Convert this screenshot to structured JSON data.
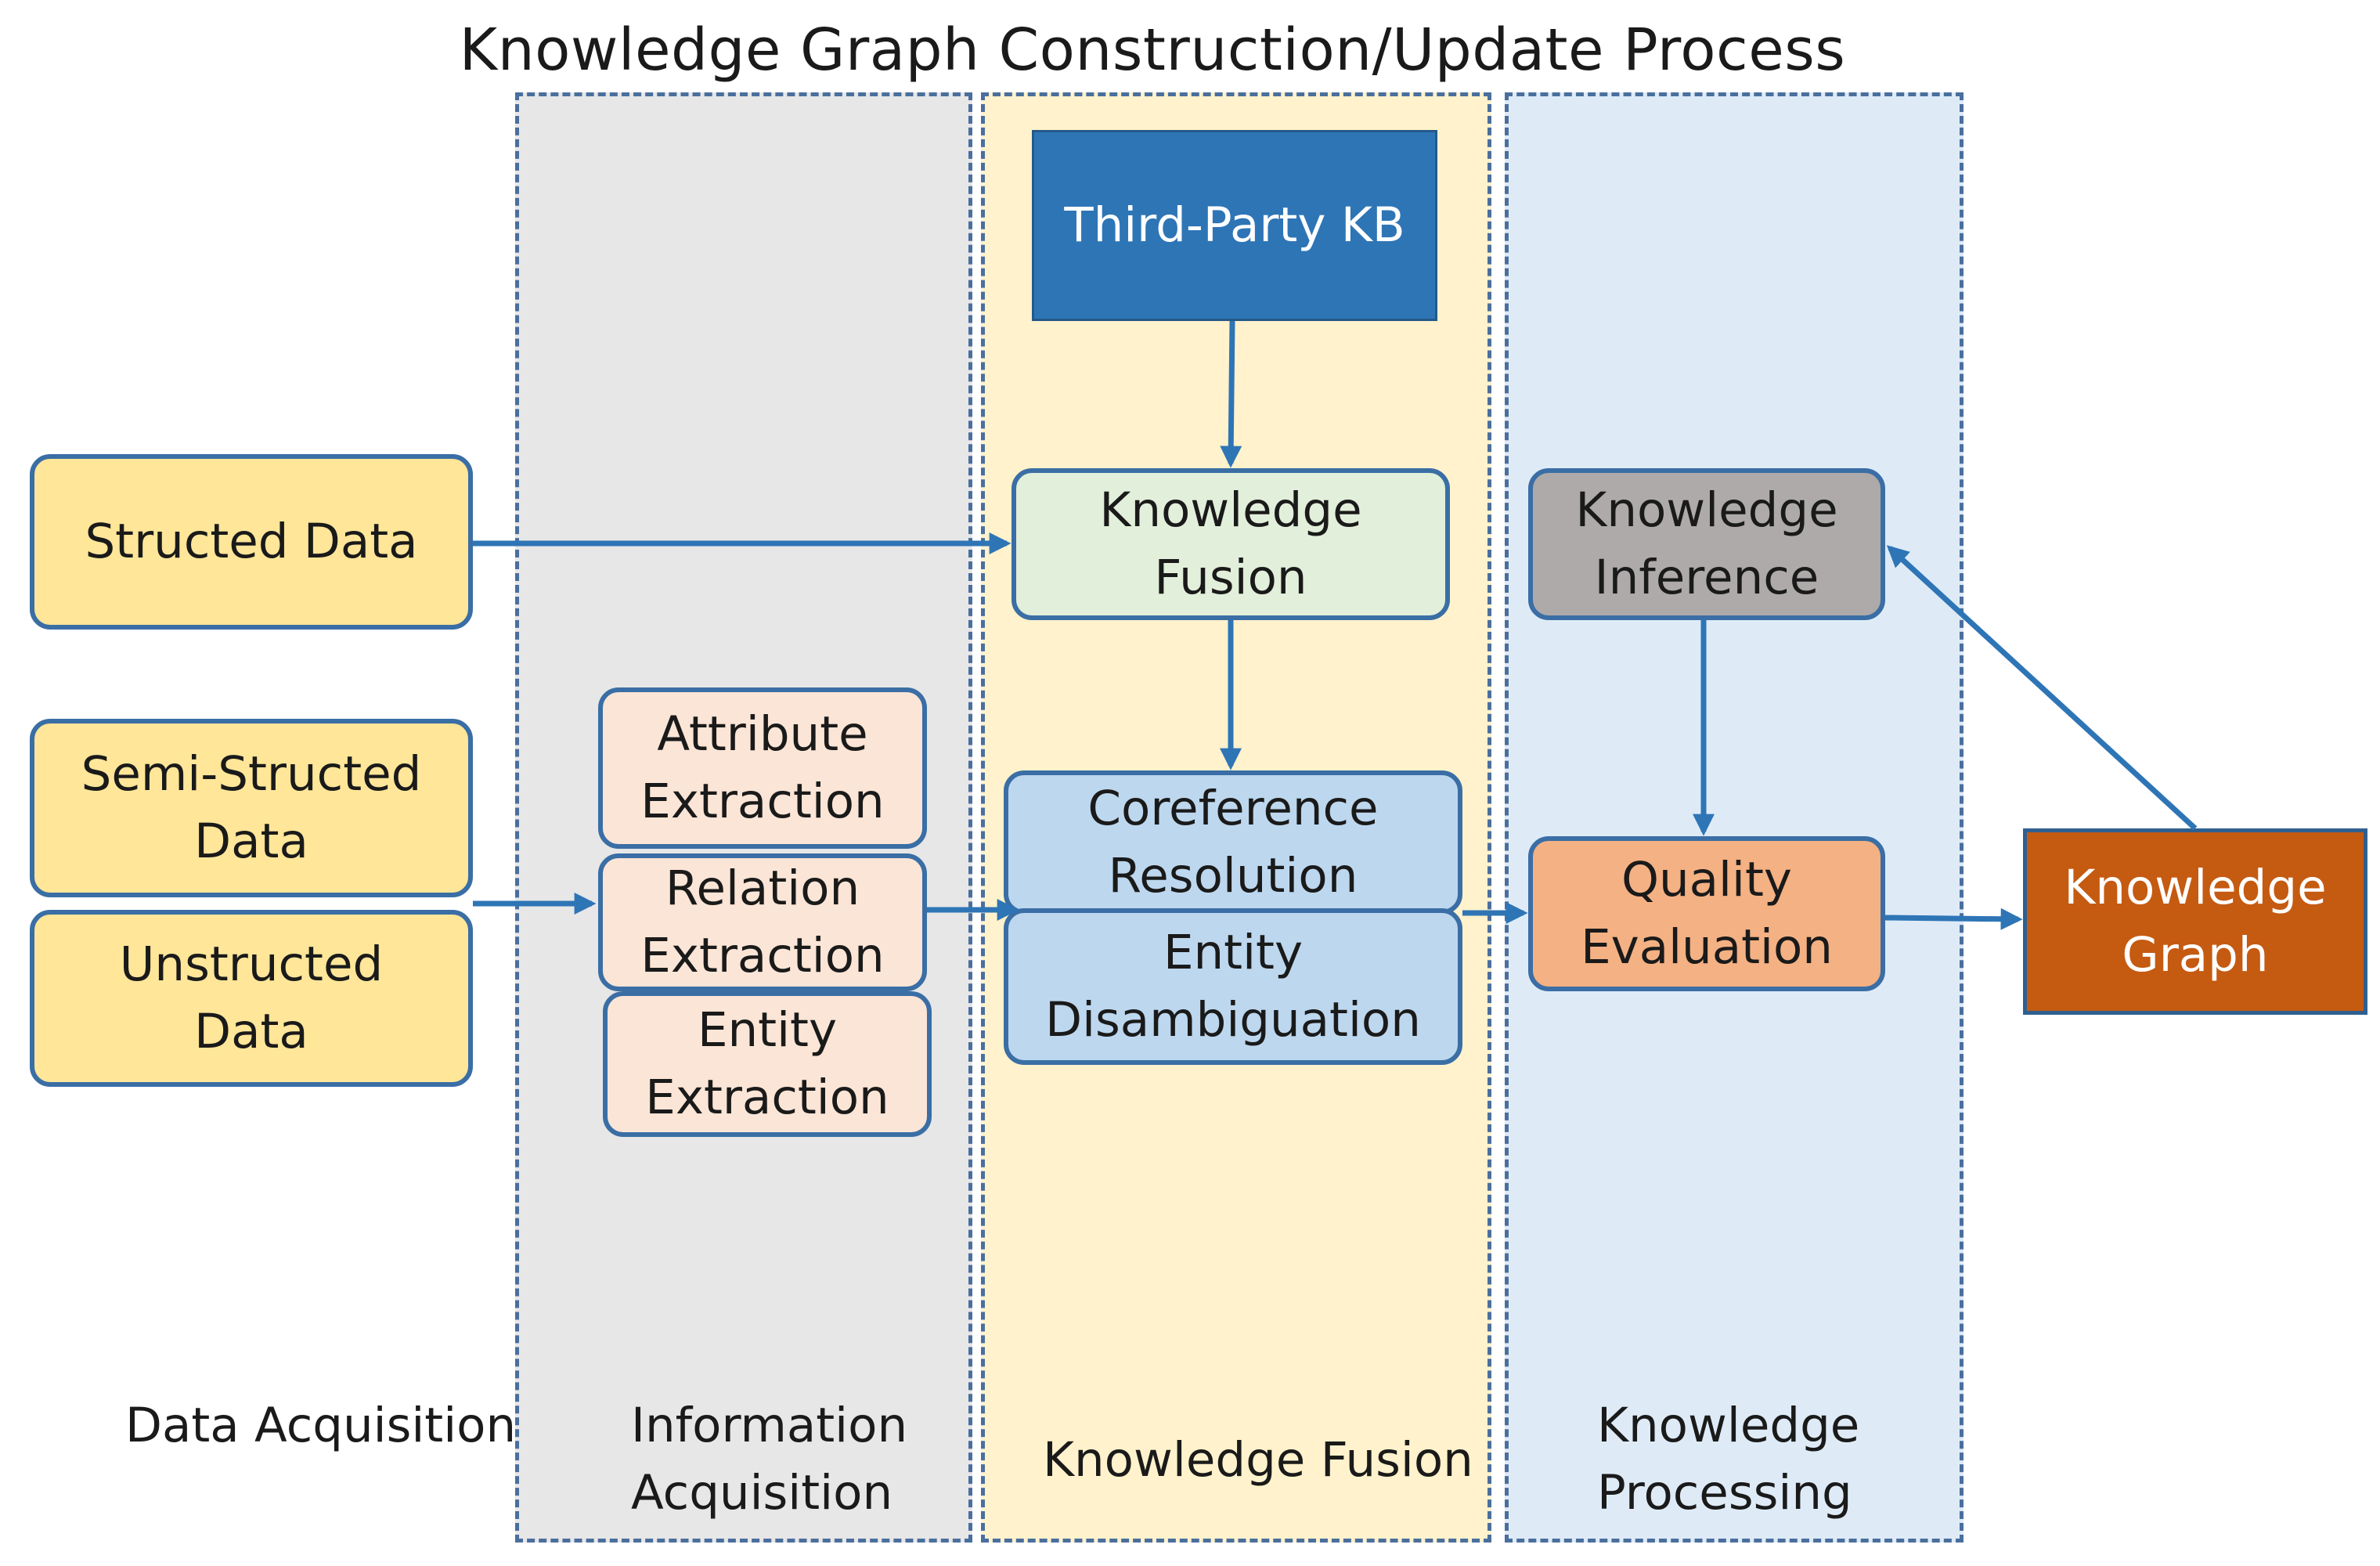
{
  "title": "Knowledge Graph Construction/Update Process",
  "nodes": {
    "structed_data": "Structed Data",
    "semi_structed_data": [
      "Semi-Structed",
      "Data"
    ],
    "unstructed_data": [
      "Unstructed",
      "Data"
    ],
    "attribute_extraction": [
      "Attribute",
      "Extraction"
    ],
    "relation_extraction": [
      "Relation",
      "Extraction"
    ],
    "entity_extraction": [
      "Entity",
      "Extraction"
    ],
    "third_party_kb": "Third-Party KB",
    "knowledge_fusion": [
      "Knowledge",
      "Fusion"
    ],
    "coreference_resolution": [
      "Coreference",
      "Resolution"
    ],
    "entity_disambiguation": [
      "Entity",
      "Disambiguation"
    ],
    "knowledge_inference": [
      "Knowledge",
      "Inference"
    ],
    "quality_evaluation": [
      "Quality",
      "Evaluation"
    ],
    "knowledge_graph": [
      "Knowledge",
      "Graph"
    ]
  },
  "stages": {
    "data_acquisition": "Data Acquisition",
    "information_acquisition": [
      "Information",
      "Acquisition"
    ],
    "knowledge_fusion": "Knowledge Fusion",
    "knowledge_processing": [
      "Knowledge",
      "Processing"
    ]
  },
  "colors": {
    "arrow": "#2e75b6",
    "region_border": "#4a6f9d",
    "information_region": "#e7e7e7",
    "fusion_region": "#fff2cc",
    "processing_region": "#deebf7",
    "data_source": "#ffe699",
    "extraction": "#fbe5d6",
    "knowledge_fusion_box": "#e2efda",
    "resolution": "#bdd7ee",
    "inference": "#aeaaaa",
    "quality": "#f4b183",
    "third_party_kb": "#2e75b6",
    "knowledge_graph": "#c55a11"
  }
}
